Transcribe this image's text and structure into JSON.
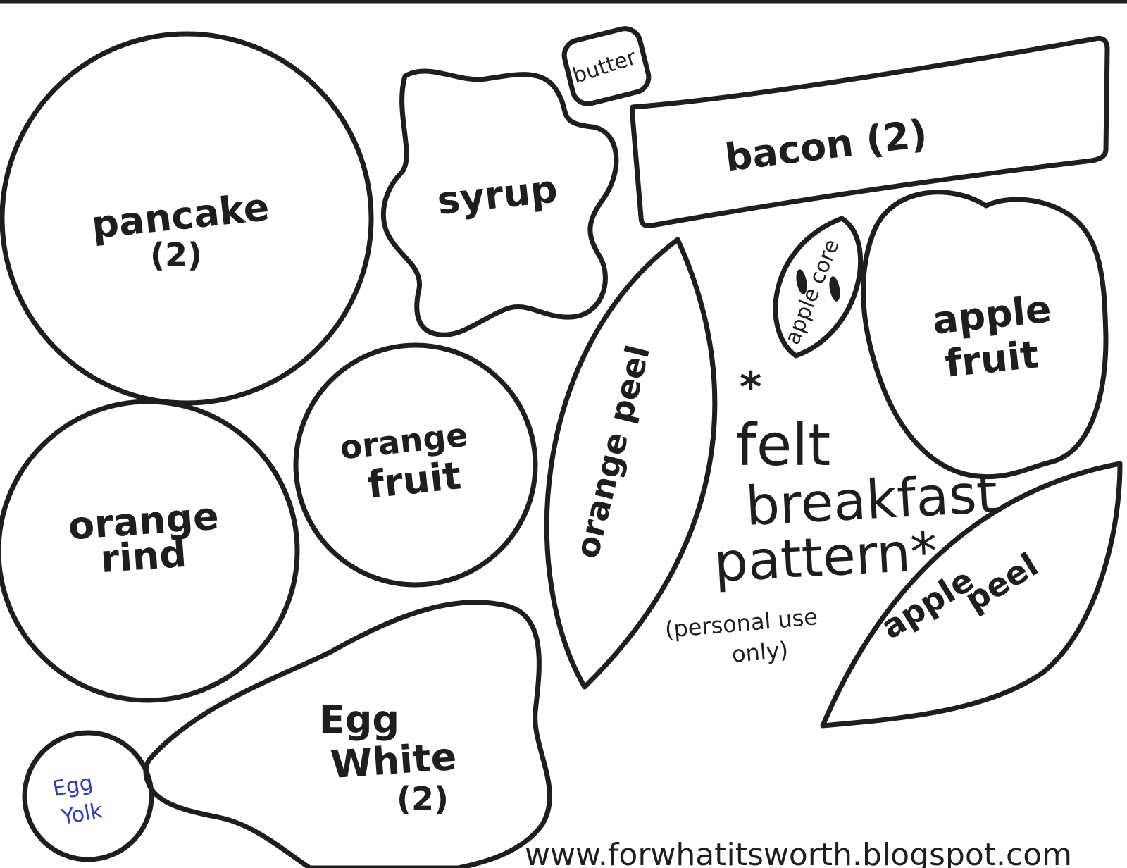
{
  "pieces": {
    "pancake": {
      "line1": "pancake",
      "line2": "(2)"
    },
    "syrup": {
      "label": "syrup"
    },
    "butter": {
      "label": "butter"
    },
    "bacon": {
      "label": "bacon (2)"
    },
    "orange_rind": {
      "line1": "orange",
      "line2": "rind"
    },
    "orange_fruit": {
      "line1": "orange",
      "line2": "fruit"
    },
    "orange_peel": {
      "label": "orange peel"
    },
    "apple_core": {
      "label": "apple core"
    },
    "apple_fruit": {
      "line1": "apple",
      "line2": "fruit"
    },
    "apple_peel": {
      "line1": "apple",
      "line2": "peel"
    },
    "egg_white": {
      "line1": "Egg",
      "line2": "White",
      "line3": "(2)"
    },
    "egg_yolk": {
      "line1": "Egg",
      "line2": "Yolk"
    }
  },
  "title": {
    "star_top": "*",
    "line1": "felt",
    "line2": "breakfast",
    "line3": "pattern*",
    "note_line1": "(personal use",
    "note_line2": "only)"
  },
  "footer": {
    "url": "www.forwhatitsworth.blogspot.com"
  },
  "colors": {
    "ink": "#1e1e1e",
    "yolk_label": "#2f3fae",
    "paper": "#ffffff"
  }
}
